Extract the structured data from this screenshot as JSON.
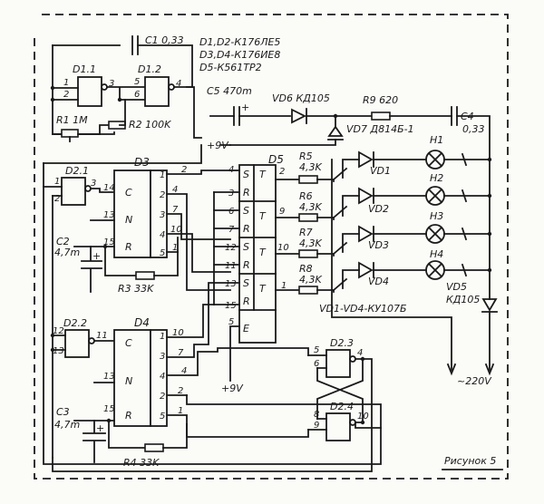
{
  "notes": {
    "line1": "D1,D2-К176ЛЕ5",
    "line2": "D3,D4-К176ИЕ8",
    "line3": "D5-К561ТР2"
  },
  "caption": "Рисунок 5",
  "labels": {
    "c1": "C1 0,33",
    "d11": "D1.1",
    "d12": "D1.2",
    "r1": "R1 1M",
    "r2": "R2 100K",
    "c5": "C5 470m",
    "vd6": "VD6 КД105",
    "r9": "R9 620",
    "c4": "C4",
    "c4v": "0,33",
    "vd7": "VD7 Д814Б-1",
    "p9v": "+9V",
    "p9v2": "+9V",
    "d21": "D2.1",
    "d3": "D3",
    "d5": "D5",
    "c2": "C2",
    "c2v": "4,7m",
    "r3": "R3 33K",
    "d22": "D2.2",
    "d4": "D4",
    "c3": "C3",
    "c3v": "4,7m",
    "r4": "R4 33K",
    "d23": "D2.3",
    "d24": "D2.4",
    "r5": "R5",
    "r6": "R6",
    "r7": "R7",
    "r8": "R8",
    "r5v": "4,3K",
    "r6v": "4,3K",
    "r7v": "4,3K",
    "r8v": "4,3K",
    "vd1": "VD1",
    "vd2": "VD2",
    "vd3": "VD3",
    "vd4": "VD4",
    "vdall": "VD1-VD4-КУ107Б",
    "h1": "H1",
    "h2": "H2",
    "h3": "H3",
    "h4": "H4",
    "vd5": "VD5",
    "vd5t": "КД105",
    "mains": "~220V",
    "plus": "+",
    "plus2": "+",
    "plus3": "+"
  },
  "pins": {
    "c": "C",
    "n": "N",
    "r": "R",
    "s": "S",
    "t": "T",
    "e": "E",
    "p1": "1",
    "p2": "2",
    "p3": "3",
    "p4": "4",
    "p5": "5",
    "p6": "6",
    "p7": "7",
    "p8": "8",
    "p9": "9",
    "p10": "10",
    "p11": "11",
    "p12": "12",
    "p13": "13",
    "p14": "14",
    "p15": "15"
  }
}
